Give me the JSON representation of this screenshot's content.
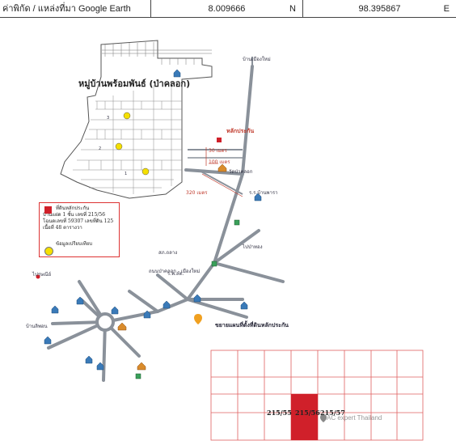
{
  "header": {
    "label": "ค่าพิกัด / แหล่งที่มา Google Earth",
    "north_value": "8.009666",
    "north_dir": "N",
    "east_value": "98.395867",
    "east_dir": "E"
  },
  "map_title": "หมู่บ้านพร้อมพันธ์ (ป่าคลอก)",
  "legend": {
    "line1": "ที่ดินหลักประกัน",
    "line2": "บ้านแฝด 1 ชั้น เลขที่ 215/56",
    "line3": "โฉนดเลขที่ 59307 เลขที่ดิน 125",
    "line4": "เนื้อที่ 48 ตารางวา",
    "line5": "ข้อมูลเปรียบเทียบ"
  },
  "labels": {
    "ban_muang_mai": "บ้านเมืองใหม่",
    "collateral": "หลักประกัน",
    "dist_30": "30 เมตร",
    "dist_100": "100 เมตร",
    "dist_320": "320 เมตร",
    "wat_pa_khlok": "วัดป่าคลอก",
    "school": "ร.ร.บ้านพารา",
    "post_office": "ไปรษณีย์",
    "road_1": "ถนนป่าคลอก - เมืองใหม่",
    "police": "สภ.ถลาง",
    "clinic": "ร.พ.สต.",
    "baan_lipon": "บ้านลิพอน",
    "baan_phran": "ไปป่าทอง",
    "enlarged_caption": "ขยายแผนที่ตั้งที่ดินหลักประกัน",
    "ac_expert": "AC expert Thailand",
    "comp_1": "1",
    "comp_2": "2",
    "comp_3": "3"
  },
  "plots": {
    "left": "215/55",
    "center": "215/56",
    "right": "215/57"
  }
}
